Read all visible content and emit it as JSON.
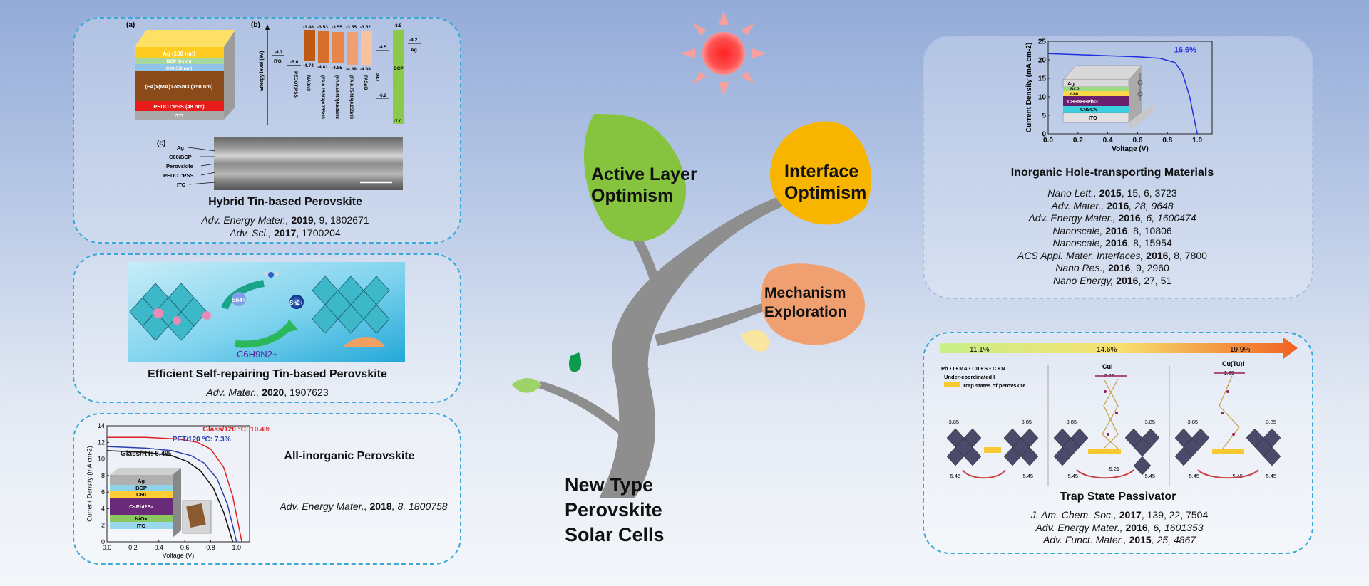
{
  "tree": {
    "root_label_lines": [
      "New Type",
      "Perovskite",
      "Solar Cells"
    ],
    "leaf_active": [
      "Active Layer",
      "Optimism"
    ],
    "leaf_interface": [
      "Interface",
      "Optimism"
    ],
    "leaf_mechanism": [
      "Mechanism",
      "Exploration"
    ]
  },
  "panel_hybrid": {
    "title": "Hybrid Tin-based Perovskite",
    "label_a": "(a)",
    "label_b": "(b)",
    "label_c": "(c)",
    "stack_layers": [
      "Ag (100 nm)",
      "BCP (8 nm)",
      "C60 (50 nm)",
      "(FA)x(MA)1-xSnI3 (150 nm)",
      "PEDOT:PSS (48 nm)",
      "ITO"
    ],
    "energy_axis_label": "Energy level (eV)",
    "energy_levels": {
      "ito": "-4.7",
      "pedot": "-5.0",
      "lumo": [
        "-3.48",
        "-3.53",
        "-3.55",
        "-3.55",
        "-3.52"
      ],
      "homo": [
        "-4.74",
        "-4.81",
        "-4.85",
        "-4.88",
        "-4.88"
      ],
      "c60_top": "-4.5",
      "c60_bottom": "-6.2",
      "bcp_top": "-3.5",
      "bcp_bottom": "-7.0",
      "ag": "-4.2"
    },
    "energy_names": [
      "ITO",
      "PEDOT:PSS",
      "MASnI3",
      "(FA)0.25(MA)0.75SnI3",
      "(FA)0.50(MA)0.50SnI3",
      "(FA)0.75(MA)0.25SnI3",
      "FASnI3",
      "C60",
      "BCP",
      "Ag"
    ],
    "sem_labels": [
      "Ag",
      "C60/BCP",
      "Perovskite",
      "PEDOT:PSS",
      "ITO"
    ],
    "refs": [
      {
        "italic": "Adv. Energy Mater.,",
        "bold": "2019",
        "rest": ", 9, 1802671"
      },
      {
        "italic": "Adv. Sci.,",
        "bold": "2017",
        "rest": ", 1700204"
      }
    ]
  },
  "panel_selfrepair": {
    "title": "Efficient Self-repairing Tin-based Perovskite",
    "ion_left": "Sn4+",
    "ion_right": "Sn2+",
    "molecule": "C6H9N2+",
    "refs": [
      {
        "italic": "Adv. Mater.,",
        "bold": "2020",
        "rest": ", 1907623"
      }
    ]
  },
  "panel_inorganic": {
    "title": "All-inorganic Perovskite",
    "chart_labels": [
      "Glass/120 °C: 10.4%",
      "PET/120 °C: 7.3%",
      "Glass/RT: 6.4%"
    ],
    "stack_layers": [
      "Ag",
      "BCP",
      "C60",
      "CsPbI2Br",
      "NiOx",
      "ITO"
    ],
    "refs": [
      {
        "italic": "Adv. Energy Mater.,",
        "bold": "2018",
        "rest": ", 8, 1800758"
      }
    ]
  },
  "panel_htm": {
    "title": "Inorganic Hole-transporting Materials",
    "efficiency": "16.6%",
    "stack_layers": [
      "Ag",
      "BCP",
      "C60",
      "CH3NH3PbI3",
      "CuSCN",
      "ITO"
    ],
    "refs": [
      {
        "italic": "Nano Lett.,",
        "bold": "2015",
        "rest": ", 15, 6, 3723"
      },
      {
        "italic": "Adv. Mater.,",
        "bold": "2016",
        "rest": ", 28, 9648"
      },
      {
        "italic": "Adv. Energy Mater.,",
        "bold": "2016",
        "rest": ", 6, 1600474"
      },
      {
        "italic": "Nanoscale,",
        "bold": "2016",
        "rest": ", 8, 10806"
      },
      {
        "italic": "Nanoscale,",
        "bold": "2016",
        "rest": ", 8, 15954"
      },
      {
        "italic": "ACS Appl. Mater. Interfaces,",
        "bold": "2016",
        "rest": ", 8, 7800"
      },
      {
        "italic": "Nano Res.,",
        "bold": "2016",
        "rest": ", 9, 2960"
      },
      {
        "italic": "Nano Energy,",
        "bold": "2016",
        "rest": ", 27, 51"
      }
    ]
  },
  "panel_trap": {
    "title": "Trap State Passivator",
    "bar_values": [
      "11.1%",
      "14.6%",
      "19.9%"
    ],
    "legend_atoms": "Pb • I • MA • Cu • S • C • N",
    "legend_under": "Under-coordinated I",
    "legend_trap": "Trap states of perovskite",
    "col_labels": [
      "CuI",
      "Cu(Tu)I"
    ],
    "cbm": "-3.85",
    "vbm": "-5.45",
    "cui_top": "-2.26",
    "cutui_top": "-1.89",
    "trap_level": "-5.21",
    "refs": [
      {
        "italic": "J. Am. Chem. Soc.,",
        "bold": "2017",
        "rest": ", 139, 22, 7504"
      },
      {
        "italic": "Adv. Energy Mater.,",
        "bold": "2016",
        "rest": ", 6, 1601353"
      },
      {
        "italic": "Adv. Funct. Mater.,",
        "bold": "2015",
        "rest": ", 25, 4867"
      }
    ]
  },
  "chart_data": [
    {
      "type": "line",
      "title": "",
      "xlabel": "Voltage (V)",
      "ylabel": "Current Density (mA cm-2)",
      "xlim": [
        0.0,
        1.1
      ],
      "ylim": [
        0,
        25
      ],
      "xticks": [
        "0.0",
        "0.2",
        "0.4",
        "0.6",
        "0.8",
        "1.0"
      ],
      "yticks": [
        "0",
        "5",
        "10",
        "15",
        "20",
        "25"
      ],
      "series": [
        {
          "name": "16.6%",
          "color": "#1f2fe0",
          "x": [
            0.0,
            0.2,
            0.4,
            0.6,
            0.75,
            0.85,
            0.9,
            0.95,
            1.0
          ],
          "y": [
            21.7,
            21.4,
            21.1,
            20.8,
            20.4,
            19.3,
            16.5,
            10.0,
            0.0
          ]
        }
      ]
    },
    {
      "type": "line",
      "title": "",
      "xlabel": "Voltage (V)",
      "ylabel": "Current Density (mA cm-2)",
      "xlim": [
        0.0,
        1.1
      ],
      "ylim": [
        0,
        14
      ],
      "xticks": [
        "0.0",
        "0.2",
        "0.4",
        "0.6",
        "0.8",
        "1.0"
      ],
      "yticks": [
        "0",
        "2",
        "4",
        "6",
        "8",
        "10",
        "12",
        "14"
      ],
      "series": [
        {
          "name": "Glass/120 °C: 10.4%",
          "color": "#e02020",
          "x": [
            0.0,
            0.3,
            0.55,
            0.7,
            0.8,
            0.9,
            0.97,
            1.04
          ],
          "y": [
            12.6,
            12.6,
            12.4,
            12.0,
            11.2,
            9.0,
            5.5,
            0.0
          ]
        },
        {
          "name": "PET/120 °C: 7.3%",
          "color": "#2a3fb0",
          "x": [
            0.0,
            0.3,
            0.5,
            0.65,
            0.75,
            0.85,
            0.93,
            1.0
          ],
          "y": [
            11.5,
            11.3,
            11.0,
            10.4,
            9.5,
            7.6,
            4.5,
            0.0
          ]
        },
        {
          "name": "Glass/RT: 6.4%",
          "color": "#111111",
          "x": [
            0.0,
            0.3,
            0.5,
            0.62,
            0.72,
            0.82,
            0.9,
            0.97
          ],
          "y": [
            11.0,
            10.8,
            10.4,
            9.7,
            8.6,
            6.5,
            3.6,
            0.0
          ]
        }
      ]
    }
  ]
}
